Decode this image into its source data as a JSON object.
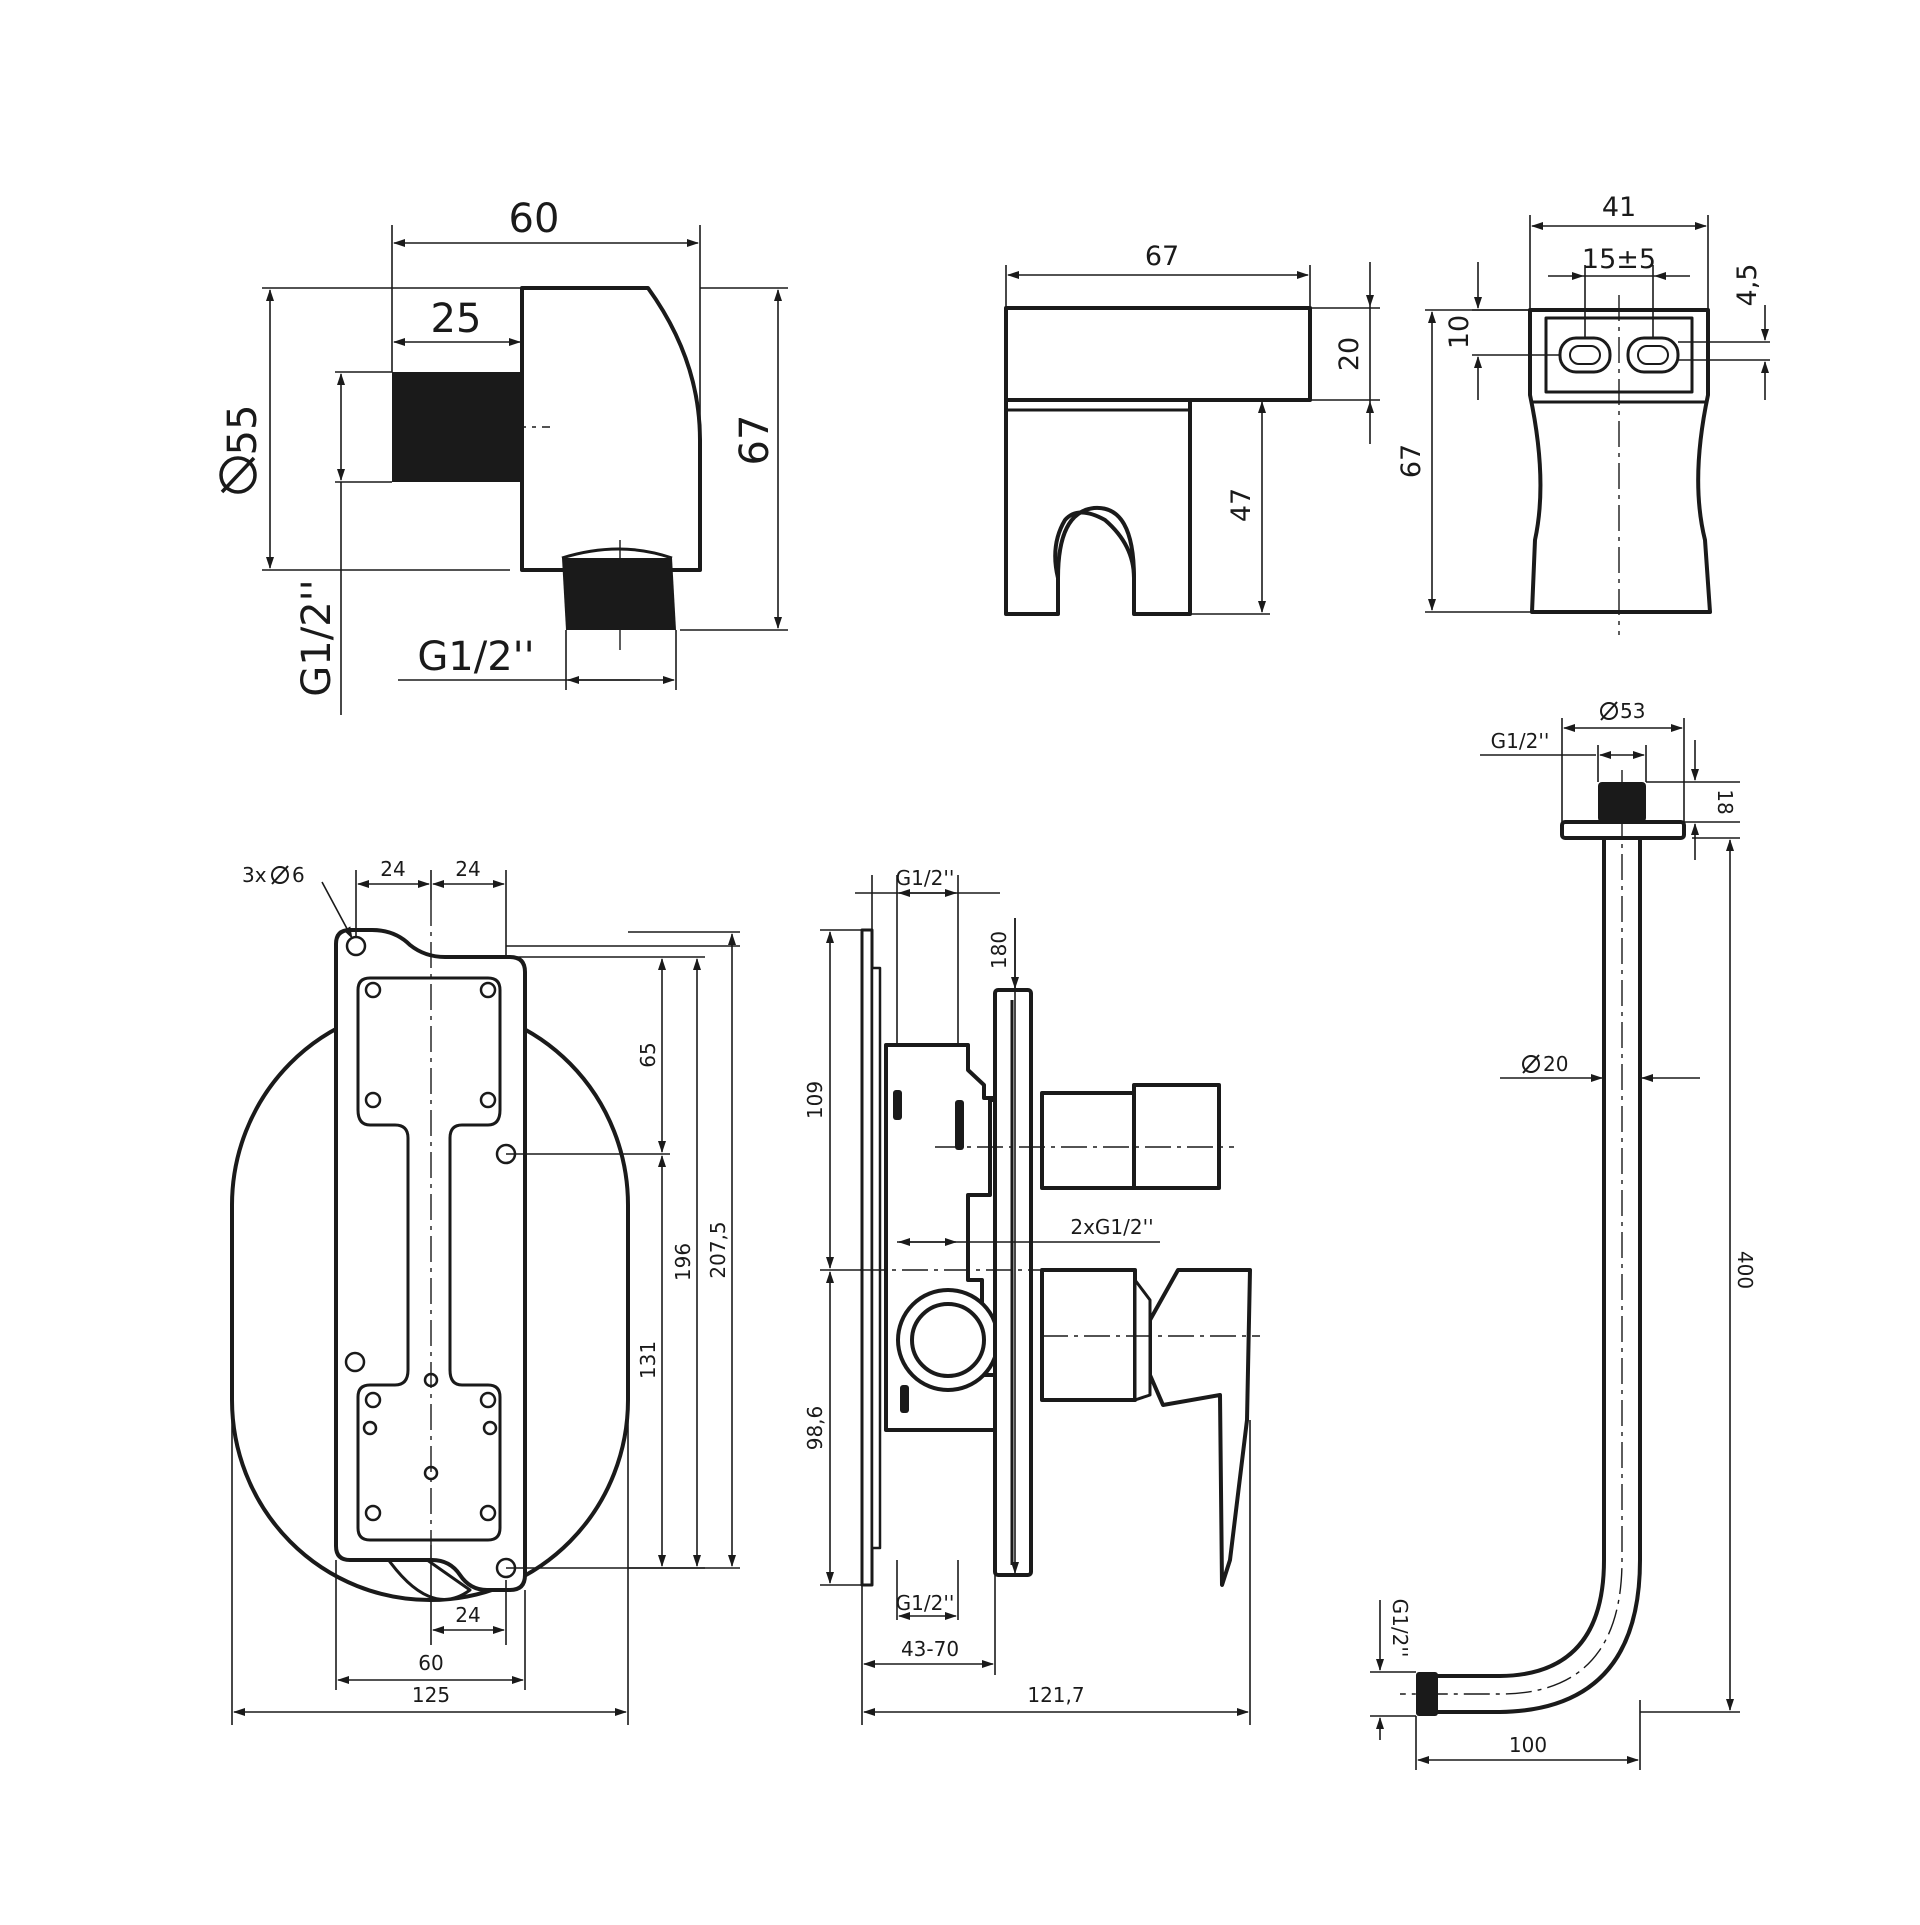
{
  "views": {
    "wall_outlet": {
      "width": "60",
      "thread_length": "25",
      "diameter": "55",
      "height": "67",
      "thread_side": "G1/2''",
      "thread_bottom": "G1/2''"
    },
    "holder_side": {
      "width": "67",
      "top_height": "20",
      "lower_height": "47"
    },
    "holder_front": {
      "width": "41",
      "slot_spacing": "15±5",
      "offset_right": "4,5",
      "offset_left": "10",
      "height": "67"
    },
    "mixer_front": {
      "holes": "3x",
      "holes_diameter": "6",
      "spacing_top_left": "24",
      "spacing_top_right": "24",
      "spacing_bottom": "24",
      "plate_width": "60",
      "cover_width": "125",
      "dim_65": "65",
      "dim_131": "131",
      "dim_196": "196",
      "dim_2075": "207,5"
    },
    "mixer_side": {
      "thread_top": "G1/2''",
      "thread_middle": "2xG1/2''",
      "thread_bottom": "G1/2''",
      "depth_range": "43-70",
      "total_depth": "121,7",
      "upper_height": "109",
      "lower_height": "98,6",
      "handle_height": "180"
    },
    "shower_arm": {
      "flange_diameter": "53",
      "thread_top": "G1/2''",
      "flange_height": "18",
      "tube_diameter": "20",
      "length": "400",
      "reach": "100",
      "thread_end": "G1/2''"
    }
  }
}
